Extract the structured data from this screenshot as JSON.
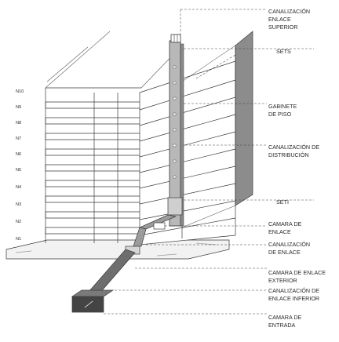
{
  "diagram": {
    "levels": [
      "N10",
      "N9",
      "N8",
      "N7",
      "N6",
      "N5",
      "N4",
      "N3",
      "N2",
      "N1"
    ],
    "labels": {
      "canalizacion_enlace_superior": [
        "CANALIZACIÓN",
        "ENLACE",
        "SUPERIOR"
      ],
      "sets": [
        "SETS"
      ],
      "gabinete_de_piso": [
        "GABINETE",
        "DE PISO"
      ],
      "canalizacion_de_distribucion": [
        "CANALIZACIÓN DE",
        "DISTRIBUCIÓN"
      ],
      "seti": [
        "SETI"
      ],
      "camara_de_enlace": [
        "CAMARA DE",
        "ENLACE"
      ],
      "canalizacion_de_enlace": [
        "CANALIZACIÓN",
        "DE ENLACE"
      ],
      "camara_de_enlace_exterior": [
        "CAMARA DE ENLACE",
        "EXTERIOR"
      ],
      "canalizacion_de_enlace_inferior": [
        "CANALIZACIÓN DE",
        "ENLACE INFERIOR"
      ],
      "camara_de_entrada": [
        "CAMARA DE",
        "ENTRADA"
      ]
    },
    "colors": {
      "line": "#3a3a3a",
      "shaft": "#b8b8b8",
      "wall": "#8c8c8c",
      "conduit": "#6e6e6e",
      "box": "#444444"
    }
  }
}
